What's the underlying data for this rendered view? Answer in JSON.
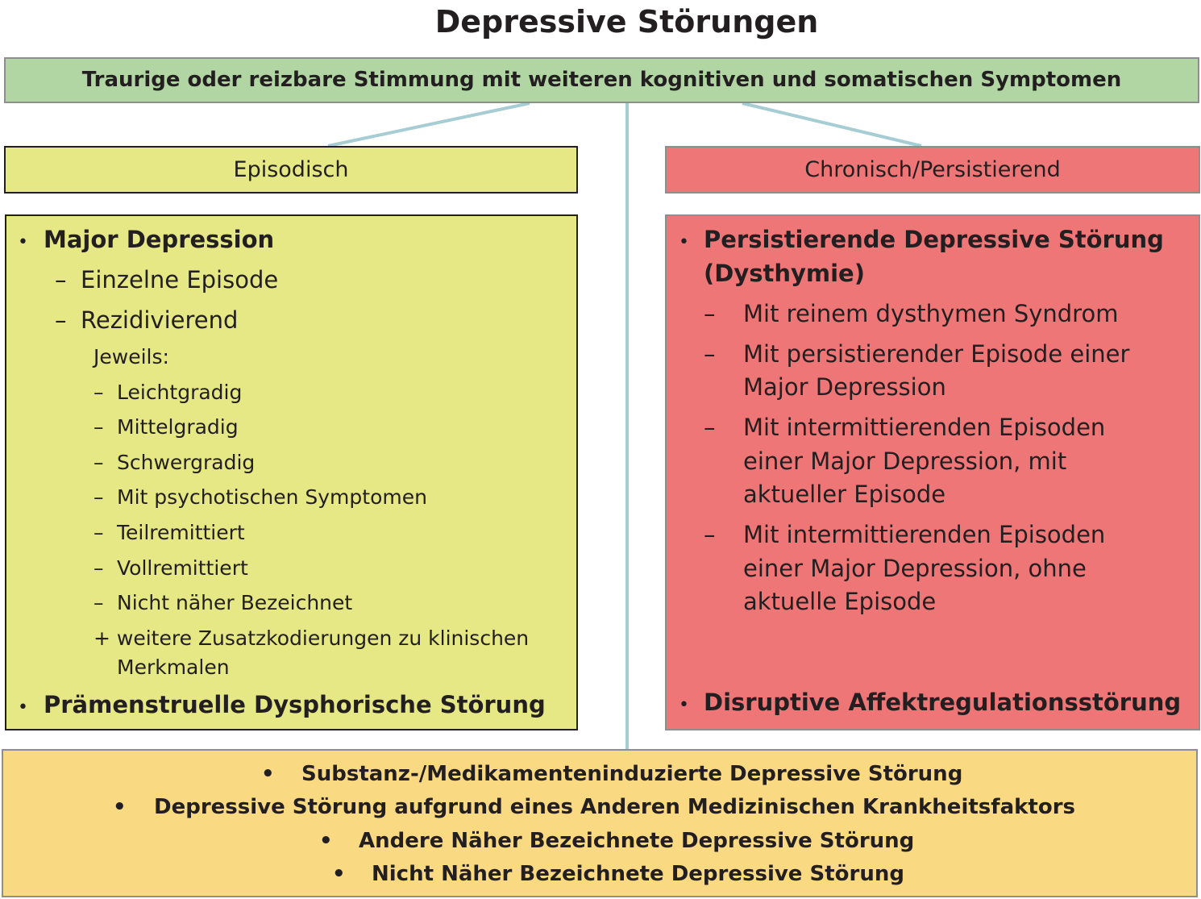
{
  "title": "Depressive Störungen",
  "top_box": "Traurige oder reizbare Stimmung mit weiteren kognitiven und somatischen Symptomen",
  "left": {
    "header": "Episodisch",
    "major": "Major Depression",
    "major_subs": [
      "Einzelne Episode",
      "Rezidivierend"
    ],
    "jeweils": "Jeweils:",
    "severities": [
      "Leichtgradig",
      "Mittelgradig",
      "Schwergradig",
      "Mit psychotischen Symptomen",
      "Teilremittiert",
      "Vollremittiert",
      "Nicht näher Bezeichnet"
    ],
    "zusatz_line1": "+ weitere Zusatzkodierungen zu klinischen",
    "zusatz_line2": "Merkmalen",
    "pmds": "Prämenstruelle Dysphorische Störung"
  },
  "right": {
    "header": "Chronisch/Persistierend",
    "pdd_line1": "Persistierende Depressive Störung",
    "pdd_line2": "(Dysthymie)",
    "items": [
      [
        "Mit reinem dysthymen Syndrom"
      ],
      [
        "Mit persistierender Episode einer",
        "Major Depression"
      ],
      [
        "Mit intermittierenden Episoden",
        "einer Major Depression, mit",
        "aktueller Episode"
      ],
      [
        "Mit intermittierenden Episoden",
        "einer Major Depression, ohne",
        "aktuelle Episode"
      ]
    ],
    "dmdd": "Disruptive Affektregulationsstörung"
  },
  "bottom": [
    "Substanz-/Medikamenteninduzierte Depressive Störung",
    "Depressive Störung aufgrund eines Anderen Medizinischen Krankheitsfaktors",
    "Andere Näher Bezeichnete Depressive Störung",
    "Nicht Näher Bezeichnete Depressive Störung"
  ],
  "colors": {
    "top_green": "#b1d6a3",
    "episodic_yellow": "#e6e785",
    "chronic_red": "#ef7676",
    "bottom_orange": "#f9d981",
    "connector": "#a7cdd4"
  }
}
